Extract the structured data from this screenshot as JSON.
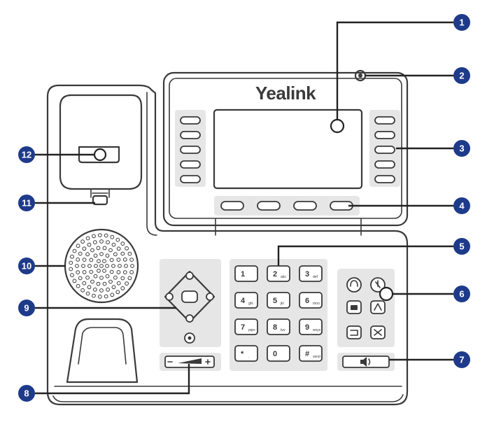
{
  "brand": {
    "text": "Yealink"
  },
  "keypad": {
    "keys": [
      {
        "main": "1",
        "sub": ""
      },
      {
        "main": "2",
        "sub": "abc"
      },
      {
        "main": "3",
        "sub": "def"
      },
      {
        "main": "4",
        "sub": "ghi"
      },
      {
        "main": "5",
        "sub": "jkl"
      },
      {
        "main": "6",
        "sub": "mno"
      },
      {
        "main": "7",
        "sub": "pqrs"
      },
      {
        "main": "8",
        "sub": "tuv"
      },
      {
        "main": "9",
        "sub": "wxyz"
      },
      {
        "main": "*",
        "sub": "."
      },
      {
        "main": "0",
        "sub": ""
      },
      {
        "main": "#",
        "sub": "send"
      }
    ]
  },
  "callouts": [
    {
      "label": "1"
    },
    {
      "label": "2"
    },
    {
      "label": "3"
    },
    {
      "label": "4"
    },
    {
      "label": "5"
    },
    {
      "label": "6"
    },
    {
      "label": "7"
    },
    {
      "label": "8"
    },
    {
      "label": "9"
    },
    {
      "label": "10"
    },
    {
      "label": "11"
    },
    {
      "label": "12"
    }
  ],
  "colors": {
    "badge": "#1e3a8a",
    "outline": "#3a3a3a",
    "panel": "#e6e6e6"
  }
}
